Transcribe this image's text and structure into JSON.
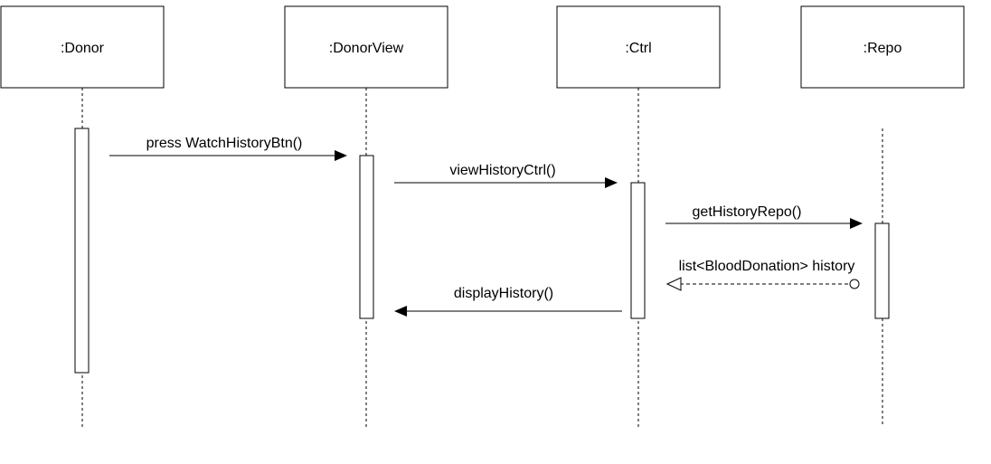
{
  "participants": [
    {
      "name": ":Donor"
    },
    {
      "name": ":DonorView"
    },
    {
      "name": ":Ctrl"
    },
    {
      "name": ":Repo"
    }
  ],
  "messages": [
    {
      "label": "press WatchHistoryBtn()",
      "type": "sync"
    },
    {
      "label": "viewHistoryCtrl()",
      "type": "sync"
    },
    {
      "label": "getHistoryRepo()",
      "type": "sync"
    },
    {
      "label": "list<BloodDonation> history",
      "type": "return"
    },
    {
      "label": "displayHistory()",
      "type": "sync"
    }
  ],
  "colors": {
    "stroke": "#000000",
    "fill": "#ffffff"
  }
}
